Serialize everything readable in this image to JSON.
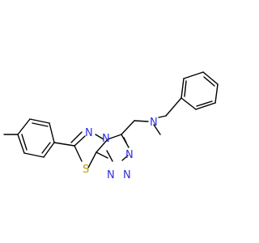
{
  "molecule": {
    "atoms": {
      "n_amine": {
        "label": "N",
        "color": "#2e2ee6"
      },
      "n_triazole_top": {
        "label": "N",
        "color": "#2e2ee6"
      },
      "n_thiadiazole": {
        "label": "N",
        "color": "#2e2ee6"
      },
      "n_bridge": {
        "label": "N",
        "color": "#2e2ee6"
      },
      "n_triazole_left": {
        "label": "N",
        "color": "#2e2ee6"
      },
      "n_triazole_right": {
        "label": "N",
        "color": "#2e2ee6"
      },
      "s_thiadiazole": {
        "label": "S",
        "color": "#b8a000"
      }
    },
    "bond_color": "#000000"
  }
}
